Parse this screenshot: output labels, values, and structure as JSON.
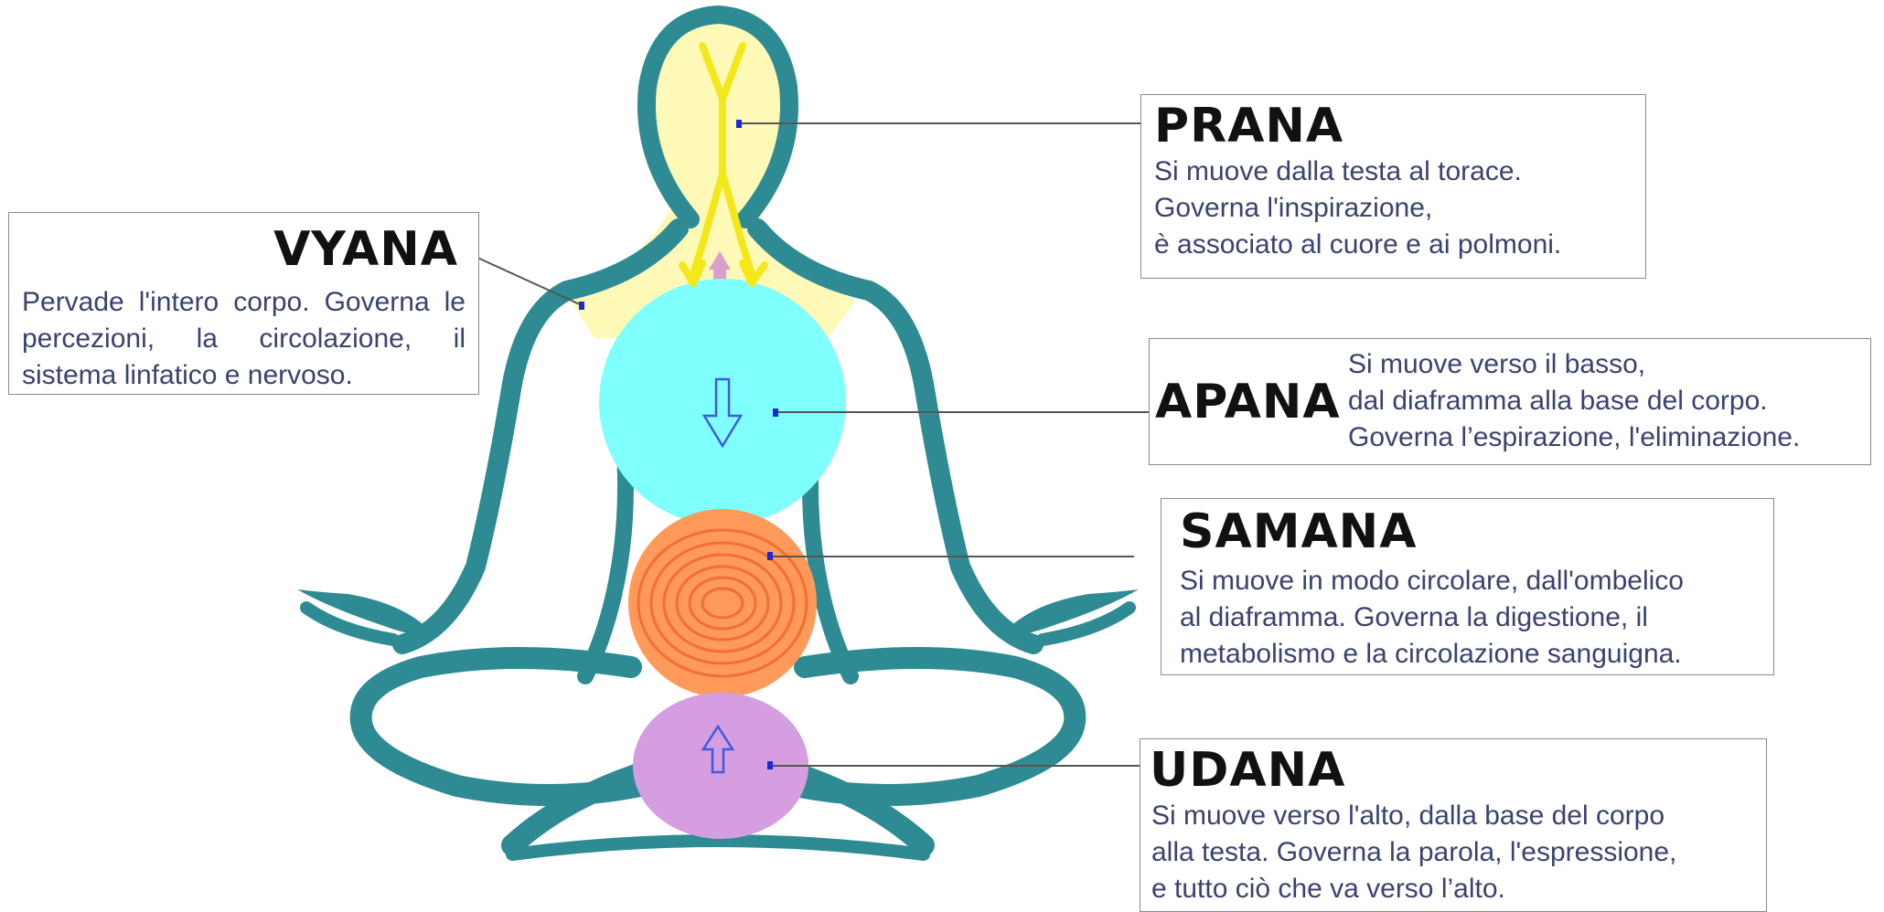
{
  "colors": {
    "body_outline": "#2e8b93",
    "head_fill": "#fff9b8",
    "shoulder_fill": "#fff9b8",
    "prana_arrow": "#f4e81a",
    "chest_fill": "#80ffff",
    "navel_fill": "#ff9a5a",
    "navel_rings": "#f36f2f",
    "base_fill": "#d49ee0",
    "connector": "#d9a0cc",
    "arrow_outline": "#3f5ae0",
    "leader_line": "#555555",
    "anchor_dot": "#1a2ad4",
    "description_text": "#3a4270"
  },
  "vayus": {
    "vyana": {
      "name": "VYANA",
      "lines": [
        "Pervade l'intero corpo. Governa le percezioni, la circolazione, il sistema linfatico e nervoso."
      ]
    },
    "prana": {
      "name": "PRANA",
      "lines": [
        "Si muove dalla testa al torace.",
        "Governa l'inspirazione,",
        "è associato al cuore e ai polmoni."
      ]
    },
    "apana": {
      "name": "APANA",
      "lines": [
        "Si muove verso il basso,",
        "dal diaframma alla base del corpo.",
        "Governa l’espirazione, l'eliminazione."
      ]
    },
    "samana": {
      "name": "SAMANA",
      "lines": [
        "Si muove in modo circolare, dall'ombelico",
        "al diaframma. Governa la digestione, il",
        "metabolismo e la circolazione sanguigna."
      ]
    },
    "udana": {
      "name": "UDANA",
      "lines": [
        "Si muove verso l'alto, dalla base del corpo",
        "alla testa. Governa la parola, l'espressione,",
        "e tutto ciò che va verso l’alto."
      ]
    }
  }
}
